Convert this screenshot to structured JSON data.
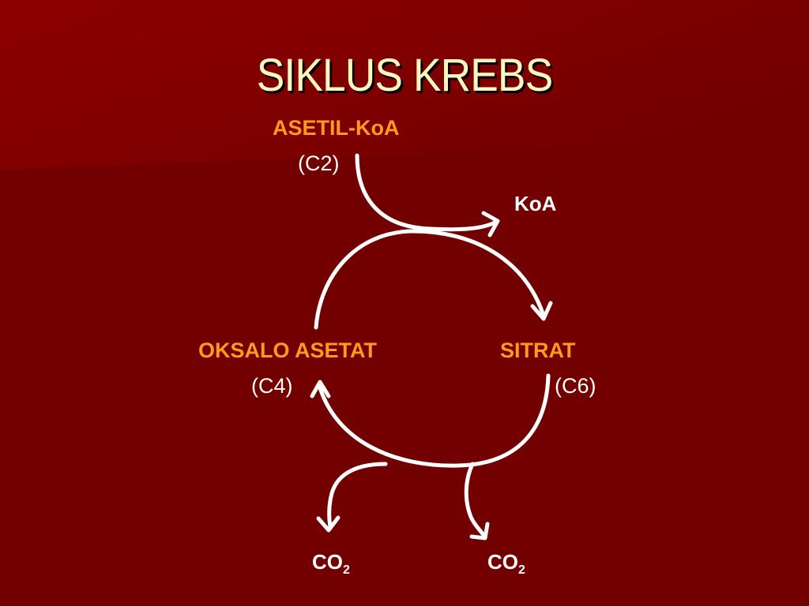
{
  "slide": {
    "title": "SIKLUS KREBS",
    "colors": {
      "background": "#730000",
      "background_top": "#8b0000",
      "title": "#fff7bf",
      "compound_label": "#ff9a1e",
      "arrow": "#ffffff",
      "text": "#ffffff"
    }
  },
  "diagram": {
    "asetil_koa": {
      "name": "ASETIL-KoA",
      "carbon": "(C2)"
    },
    "koa": "KoA",
    "sitrat": {
      "name": "SITRAT",
      "carbon": "(C6)"
    },
    "oksalo_asetat": {
      "name": "OKSALO ASETAT",
      "carbon": "(C4)"
    },
    "co2_left": {
      "main": "CO",
      "subscript": "2"
    },
    "co2_right": {
      "main": "CO",
      "subscript": "2"
    }
  }
}
